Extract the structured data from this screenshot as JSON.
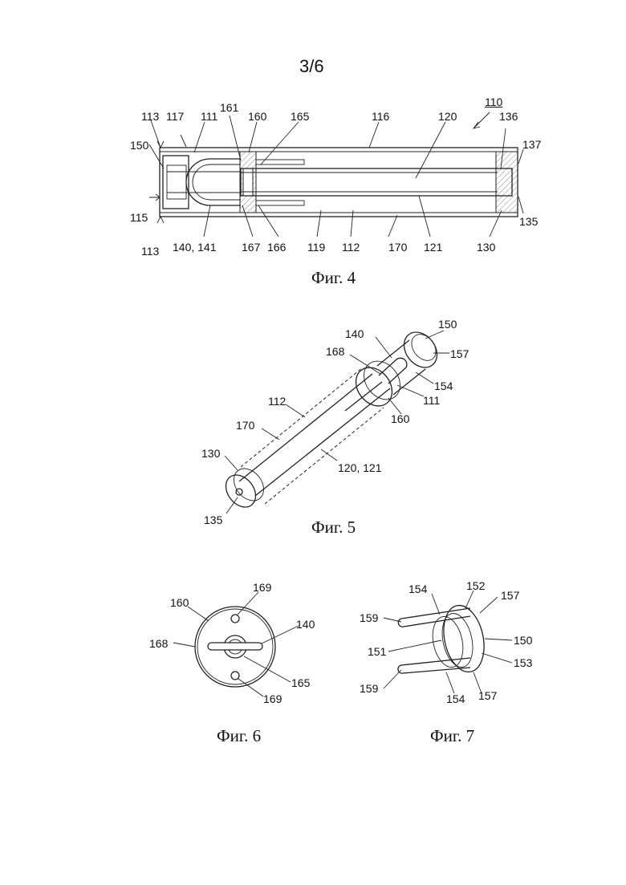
{
  "page_number": "3/6",
  "figures": {
    "fig4": {
      "caption": "Фиг. 4",
      "ref_main": "110",
      "labels": [
        "113",
        "117",
        "111",
        "161",
        "160",
        "165",
        "116",
        "120",
        "136",
        "150",
        "137",
        "115",
        "113",
        "140, 141",
        "167",
        "166",
        "119",
        "112",
        "170",
        "121",
        "130",
        "135"
      ]
    },
    "fig5": {
      "caption": "Фиг. 5",
      "labels": [
        "150",
        "140",
        "157",
        "168",
        "154",
        "111",
        "160",
        "112",
        "170",
        "130",
        "120, 121",
        "135"
      ]
    },
    "fig6": {
      "caption": "Фиг. 6",
      "labels": [
        "169",
        "160",
        "140",
        "168",
        "165",
        "169"
      ]
    },
    "fig7": {
      "caption": "Фиг. 7",
      "labels": [
        "154",
        "152",
        "157",
        "159",
        "150",
        "151",
        "153",
        "159",
        "154",
        "157"
      ]
    }
  }
}
